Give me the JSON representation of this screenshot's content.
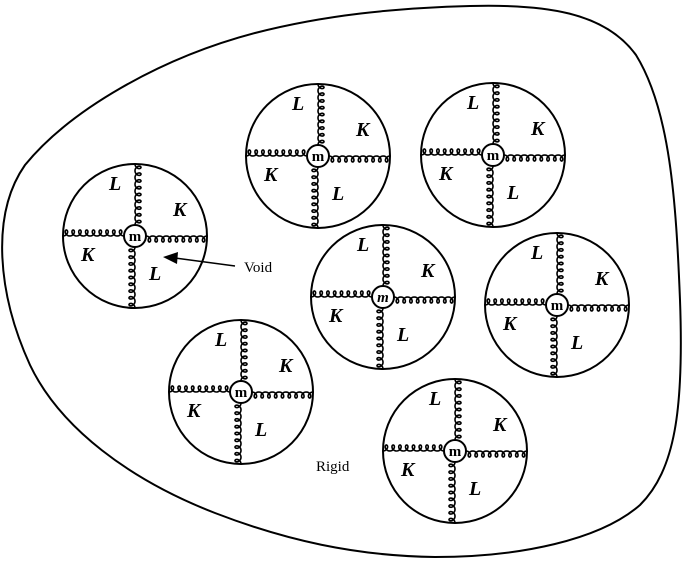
{
  "diagram": {
    "cells": [
      {
        "L": "L",
        "K": "K",
        "m": "m"
      },
      {
        "L": "L",
        "K": "K",
        "m": "m"
      },
      {
        "L": "L",
        "K": "K",
        "m": "m"
      },
      {
        "L": "L",
        "K": "K",
        "m": "m"
      },
      {
        "L": "L",
        "K": "K",
        "m": "m"
      },
      {
        "L": "L",
        "K": "K",
        "m": "m"
      },
      {
        "L": "L",
        "K": "K",
        "m": "m"
      }
    ],
    "void_label": "Void",
    "rigid_label": "Rigid"
  }
}
